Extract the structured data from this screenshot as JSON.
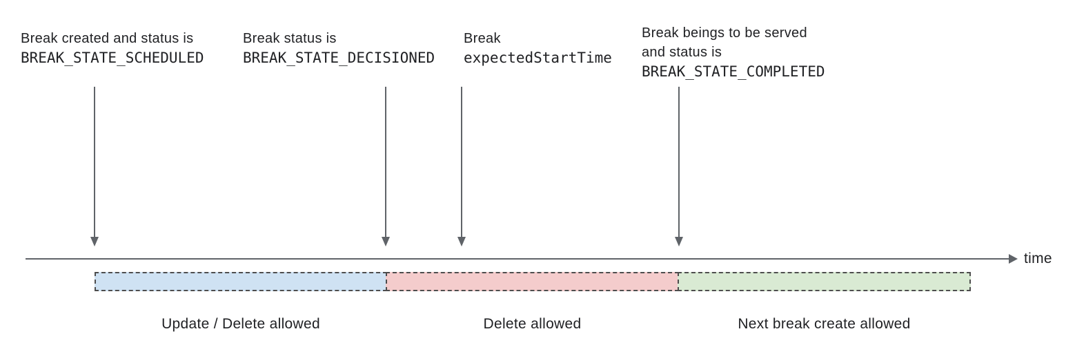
{
  "annotations": [
    {
      "line1": "Break created and status is",
      "line2": "BREAK_STATE_SCHEDULED"
    },
    {
      "line1": "Break status is",
      "line2": "BREAK_STATE_DECISIONED"
    },
    {
      "line1": "Break",
      "line2": "expectedStartTime"
    },
    {
      "line1": "Break beings to be served",
      "line2": "and status is",
      "line3": "BREAK_STATE_COMPLETED"
    }
  ],
  "timeline": {
    "axis_label": "time"
  },
  "segments": [
    {
      "label": "Update / Delete allowed",
      "fill": "#cfe2f3"
    },
    {
      "label": "Delete allowed",
      "fill": "#f4cccc"
    },
    {
      "label": "Next break create allowed",
      "fill": "#d9ead3"
    }
  ],
  "colors": {
    "arrow": "#5f6368",
    "dashed_border": "#4d4d4d",
    "text": "#202124"
  }
}
